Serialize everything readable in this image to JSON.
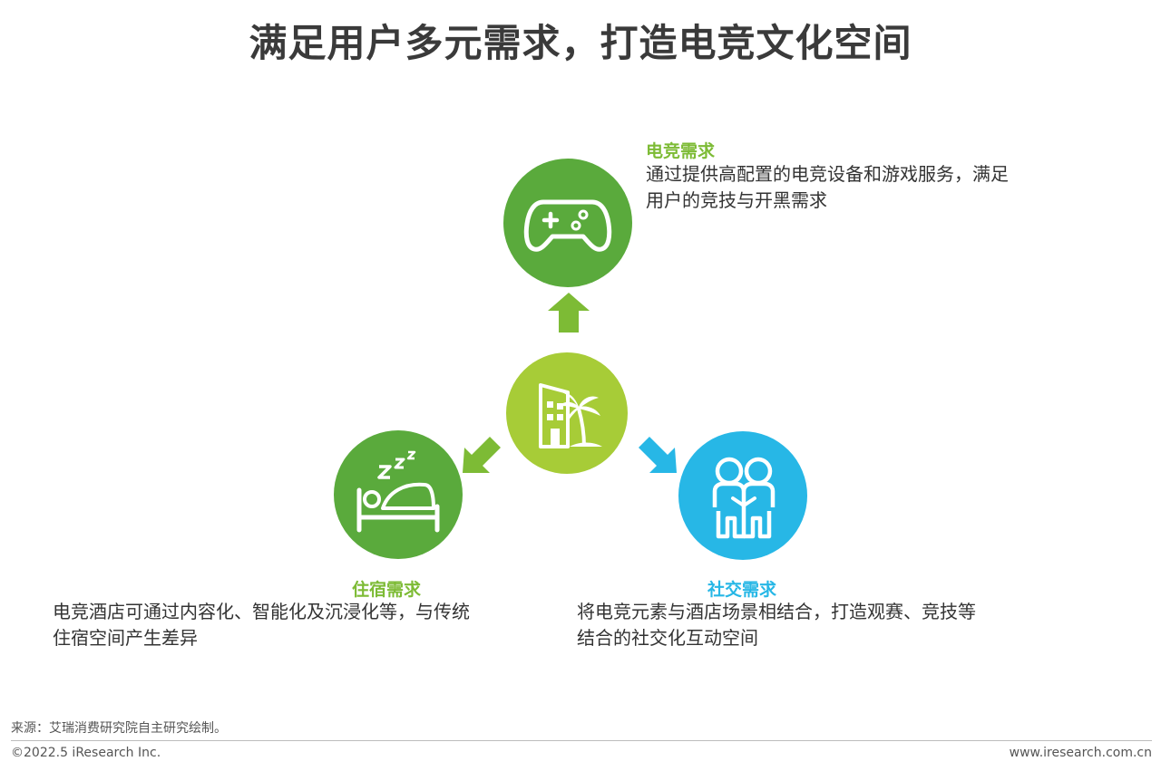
{
  "title": "满足用户多元需求，打造电竞文化空间",
  "colors": {
    "green_dark": "#5aaa3c",
    "green_light": "#a7cc37",
    "blue": "#27b7e6",
    "arrow_green": "#7dbb35"
  },
  "center": {
    "icon": "hotel-palm-icon"
  },
  "nodes": {
    "esports": {
      "icon": "gamepad-icon",
      "heading": "电竞需求",
      "description_line1": "通过提供高配置的电竞设备和游戏服务，满足",
      "description_line2": "用户的竞技与开黑需求"
    },
    "lodging": {
      "icon": "bed-sleep-icon",
      "heading": "住宿需求",
      "description_line1": "电竞酒店可通过内容化、智能化及沉浸化等，与传统",
      "description_line2": "住宿空间产生差异"
    },
    "social": {
      "icon": "people-icon",
      "heading": "社交需求",
      "description_line1": "将电竞元素与酒店场景相结合，打造观赛、竞技等",
      "description_line2": "结合的社交化互动空间"
    }
  },
  "footer": {
    "source": "来源：艾瑞消费研究院自主研究绘制。",
    "copyright": "©2022.5 iResearch Inc.",
    "website": "www.iresearch.com.cn"
  }
}
